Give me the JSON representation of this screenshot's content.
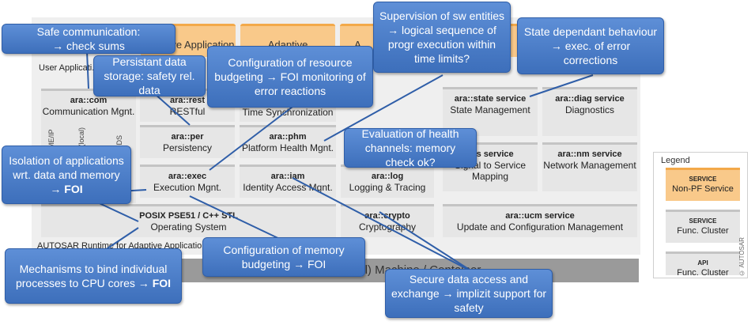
{
  "apps": [
    "Adaptive Application",
    "Adaptive",
    "A",
    "A"
  ],
  "labels": {
    "user_apps": "User Applicati...",
    "runtime": "AUTOSAR Runtime for Adaptive Application",
    "machine": "(Virtual) Machine / Container",
    "v_some_ip": "SOME/IP",
    "v_ipc": "IPC (local)",
    "v_dds": "DDS",
    "copyright": "© AUTOSAR"
  },
  "blocks": {
    "com": {
      "name": "ara::com",
      "desc": "Communication Mgnt."
    },
    "rest": {
      "name": "ara::rest",
      "desc": "RESTful"
    },
    "tsync": {
      "desc": "Time Synchronization"
    },
    "per": {
      "name": "ara::per",
      "desc": "Persistency"
    },
    "phm": {
      "name": "ara::phm",
      "desc": "Platform Health Mgnt."
    },
    "exec": {
      "name": "ara::exec",
      "desc": "Execution Mgnt."
    },
    "iam": {
      "name": "ara::iam",
      "desc": "Identity Access Mgnt."
    },
    "log": {
      "name": "ara::log",
      "desc": "Logging & Tracing"
    },
    "os": {
      "name": "POSIX PSE51 / C++ STL",
      "desc": "Operating System"
    },
    "crypto": {
      "name": "ara::crypto",
      "desc": "Cryptography"
    },
    "state": {
      "name": "ara::state service",
      "desc": "State Management"
    },
    "diag": {
      "name": "ara::diag service",
      "desc": "Diagnostics"
    },
    "s2s": {
      "name": "s2s service",
      "desc": "Signal to Service Mapping"
    },
    "nm": {
      "name": "ara::nm service",
      "desc": "Network Management"
    },
    "ucm": {
      "name": "ara::ucm service",
      "desc": "Update and Configuration Management"
    }
  },
  "legend": {
    "title": "Legend",
    "items": [
      {
        "tag": "SERVICE",
        "label": "Non-PF Service",
        "color": "#f9c98a"
      },
      {
        "tag": "SERVICE",
        "label": "Func. Cluster",
        "color": "#e6e6e6"
      },
      {
        "tag": "API",
        "label": "Func. Cluster",
        "color": "#e6e6e6"
      }
    ]
  },
  "callouts": {
    "safe_comm": {
      "text": "Safe communication:",
      "text2": "→ check sums"
    },
    "persist": {
      "text": "Persistant data storage: safety rel. data"
    },
    "resource": {
      "text": "Configuration of resource budgeting → FOI monitoring of error reactions"
    },
    "supervision": {
      "text": "Supervision of sw entities → logical sequence of progr execution within time limits?"
    },
    "state_dep": {
      "text": "State dependant behaviour → exec. of error corrections"
    },
    "health": {
      "text": "Evaluation of health channels: memory check ok?"
    },
    "isolation": {
      "text": "Isolation of applications wrt. data and memory → ",
      "bold": "FOI"
    },
    "cpu": {
      "text": "Mechanisms to bind individual processes to CPU cores → ",
      "bold": "FOI"
    },
    "memory": {
      "text": "Configuration of memory budgeting → FOI"
    },
    "secure": {
      "text": "Secure data access and exchange → implizit support for safety"
    }
  },
  "colors": {
    "callout": "#4a7cc7",
    "service": "#f9c98a",
    "cluster": "#e6e6e6"
  }
}
